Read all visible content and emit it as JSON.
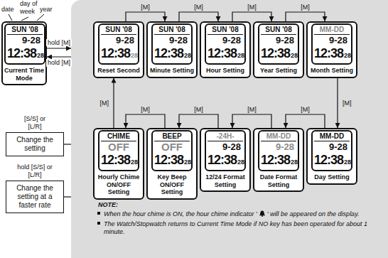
{
  "diagram": {
    "nodes": [
      {
        "text": [
          "SUN '08",
          "9-28",
          "12:38",
          "28",
          "Current Time Mode"
        ]
      },
      {
        "text": [
          "NOTE:"
        ]
      },
      {
        "text": [
          "SUN '08",
          "9-28",
          "12:38",
          "28",
          "Reset Second"
        ],
        "in": 1
      },
      {
        "text": [
          "SUN '08",
          "9-28",
          "12:38",
          "28",
          "Minute Setting"
        ],
        "in": 1
      },
      {
        "text": [
          "SUN '08",
          "9-28",
          "12:38",
          "28",
          "Hour Setting"
        ],
        "in": 1
      },
      {
        "text": [
          "SUN '08",
          "9-28",
          "12:38",
          "28",
          "Year Setting"
        ],
        "in": 1
      },
      {
        "text": [
          "MM-DD",
          "9-28",
          "12:38",
          "28",
          "Month Setting"
        ],
        "in": 1
      },
      {
        "text": [
          "CHIME",
          "OFF",
          "12:38",
          "28",
          "Hourly Chime ON/OFF Setting"
        ],
        "in": 1
      },
      {
        "text": [
          "BEEP",
          "OFF",
          "12:38",
          "28",
          "Key Beep ON/OFF Setting"
        ],
        "in": 1
      },
      {
        "text": [
          "-24H-",
          "9-28",
          "12:38",
          "28",
          "12/24 Format Setting"
        ],
        "in": 1
      },
      {
        "text": [
          "MM-DD",
          "9-28",
          "12:38",
          "28",
          "Date Format Setting"
        ],
        "in": 1
      },
      {
        "text": [
          "MM-DD",
          "9-28",
          "12:38",
          "28",
          "Day Setting"
        ],
        "in": 1
      },
      {
        "text": [
          "Change the setting"
        ]
      },
      {
        "text": [
          "Change the setting at a faster rate"
        ]
      }
    ],
    "edges": [
      {
        "from": 0,
        "to": 1,
        "label": "hold [M]",
        "arrow": "to"
      },
      {
        "from": 1,
        "to": 0,
        "label": "hold [M]",
        "arrow": "to"
      },
      {
        "from": 2,
        "to": 3,
        "label": "[M]",
        "arrow": "to"
      },
      {
        "from": 3,
        "to": 4,
        "label": "[M]",
        "arrow": "to"
      },
      {
        "from": 4,
        "to": 5,
        "label": "[M]",
        "arrow": "to"
      },
      {
        "from": 5,
        "to": 6,
        "label": "[M]",
        "arrow": "to"
      },
      {
        "from": 6,
        "to": 11,
        "label": "[M]",
        "arrow": "to"
      },
      {
        "from": 11,
        "to": 10,
        "label": "[M]",
        "arrow": "to"
      },
      {
        "from": 10,
        "to": 9,
        "label": "[M]",
        "arrow": "to"
      },
      {
        "from": 9,
        "to": 8,
        "label": "[M]",
        "arrow": "to"
      },
      {
        "from": 8,
        "to": 7,
        "label": "[M]",
        "arrow": "to"
      },
      {
        "from": 7,
        "to": 2,
        "label": "[M]",
        "arrow": "to"
      },
      {
        "from": 12,
        "to": 1,
        "label": "[S/S] or [L/R]",
        "arrow": "none"
      },
      {
        "from": 13,
        "to": 1,
        "label": "hold [S/S] or [L/R]",
        "arrow": "none"
      }
    ],
    "labels": [
      "date",
      "day of week",
      "year",
      "When the hour chime is ON, the hour chime indicator '",
      "' will be appeared on the display.",
      "The Watch/Stopwatch returns to Current Time Mode if NO key has been operated for about 1 minute."
    ]
  }
}
